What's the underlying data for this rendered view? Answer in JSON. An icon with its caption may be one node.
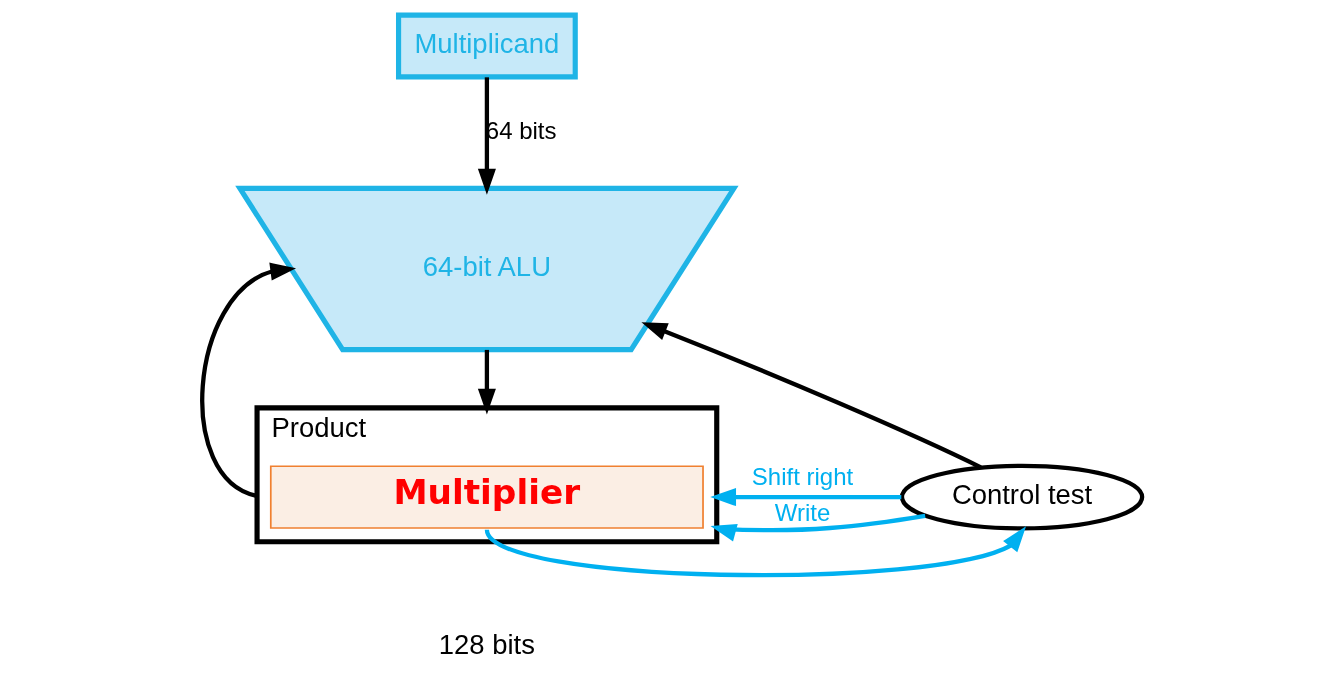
{
  "diagram": {
    "nodes": [
      {
        "text": [
          "Multiplicand"
        ]
      },
      {
        "text": [
          "64-bit ALU"
        ]
      },
      {
        "text": [
          "Product"
        ],
        "beside": [
          "128 bits"
        ]
      },
      {
        "text": [
          "Multiplier"
        ],
        "in": 2
      },
      {
        "text": [
          "Control test"
        ]
      }
    ],
    "edges": [
      {
        "from": 0,
        "to": 1,
        "arrow": "to",
        "label": "64 bits"
      },
      {
        "from": 2,
        "to": 1,
        "arrow": "to"
      },
      {
        "from": 1,
        "to": 2,
        "arrow": "to"
      },
      {
        "from": 4,
        "to": 1,
        "arrow": "to"
      },
      {
        "from": 4,
        "to": 2,
        "arrow": "to",
        "label": "Shift right",
        "color": "#00b0f0"
      },
      {
        "from": 4,
        "to": 2,
        "arrow": "to",
        "label": "Write",
        "color": "#00b0f0"
      },
      {
        "from": 3,
        "to": 4,
        "arrow": "to",
        "color": "#00b0f0"
      }
    ]
  }
}
